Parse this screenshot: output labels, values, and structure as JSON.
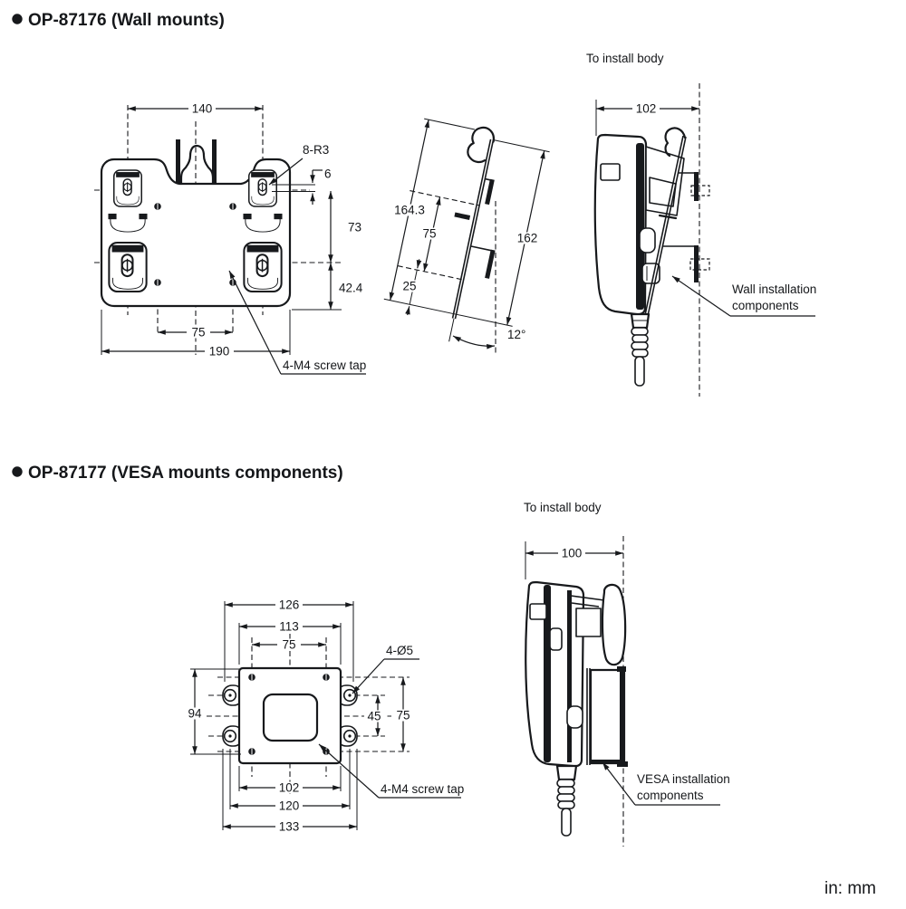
{
  "doc": {
    "units_label": "in: mm"
  },
  "wall": {
    "title": "OP-87176 (Wall mounts)",
    "front": {
      "dim_width": "140",
      "slot_label": "8-R3",
      "dim_offset": "6",
      "dim_upper": "73",
      "dim_lower": "42.4",
      "dim_screw_span": "75",
      "dim_total_width": "190",
      "screw_label": "4-M4 screw tap"
    },
    "side": {
      "dim_overall": "164.3",
      "dim_span": "75",
      "dim_bottom": "25",
      "dim_plate": "162",
      "dim_angle": "12°"
    },
    "install": {
      "caption": "To install body",
      "dim_depth": "102",
      "label_line1": "Wall installation",
      "label_line2": "components"
    }
  },
  "vesa": {
    "title": "OP-87177 (VESA mounts components)",
    "front": {
      "dim_w_outer": "126",
      "dim_w_mid": "113",
      "dim_w_screws": "75",
      "hole_label": "4-Ø5",
      "dim_h_left": "94",
      "dim_h_holes": "45",
      "dim_h_screws": "75",
      "dim_b_inner": "102",
      "dim_b_holes": "120",
      "dim_b_outer": "133",
      "screw_label": "4-M4 screw tap"
    },
    "install": {
      "caption": "To install body",
      "dim_depth": "100",
      "label_line1": "VESA installation",
      "label_line2": "components"
    }
  }
}
